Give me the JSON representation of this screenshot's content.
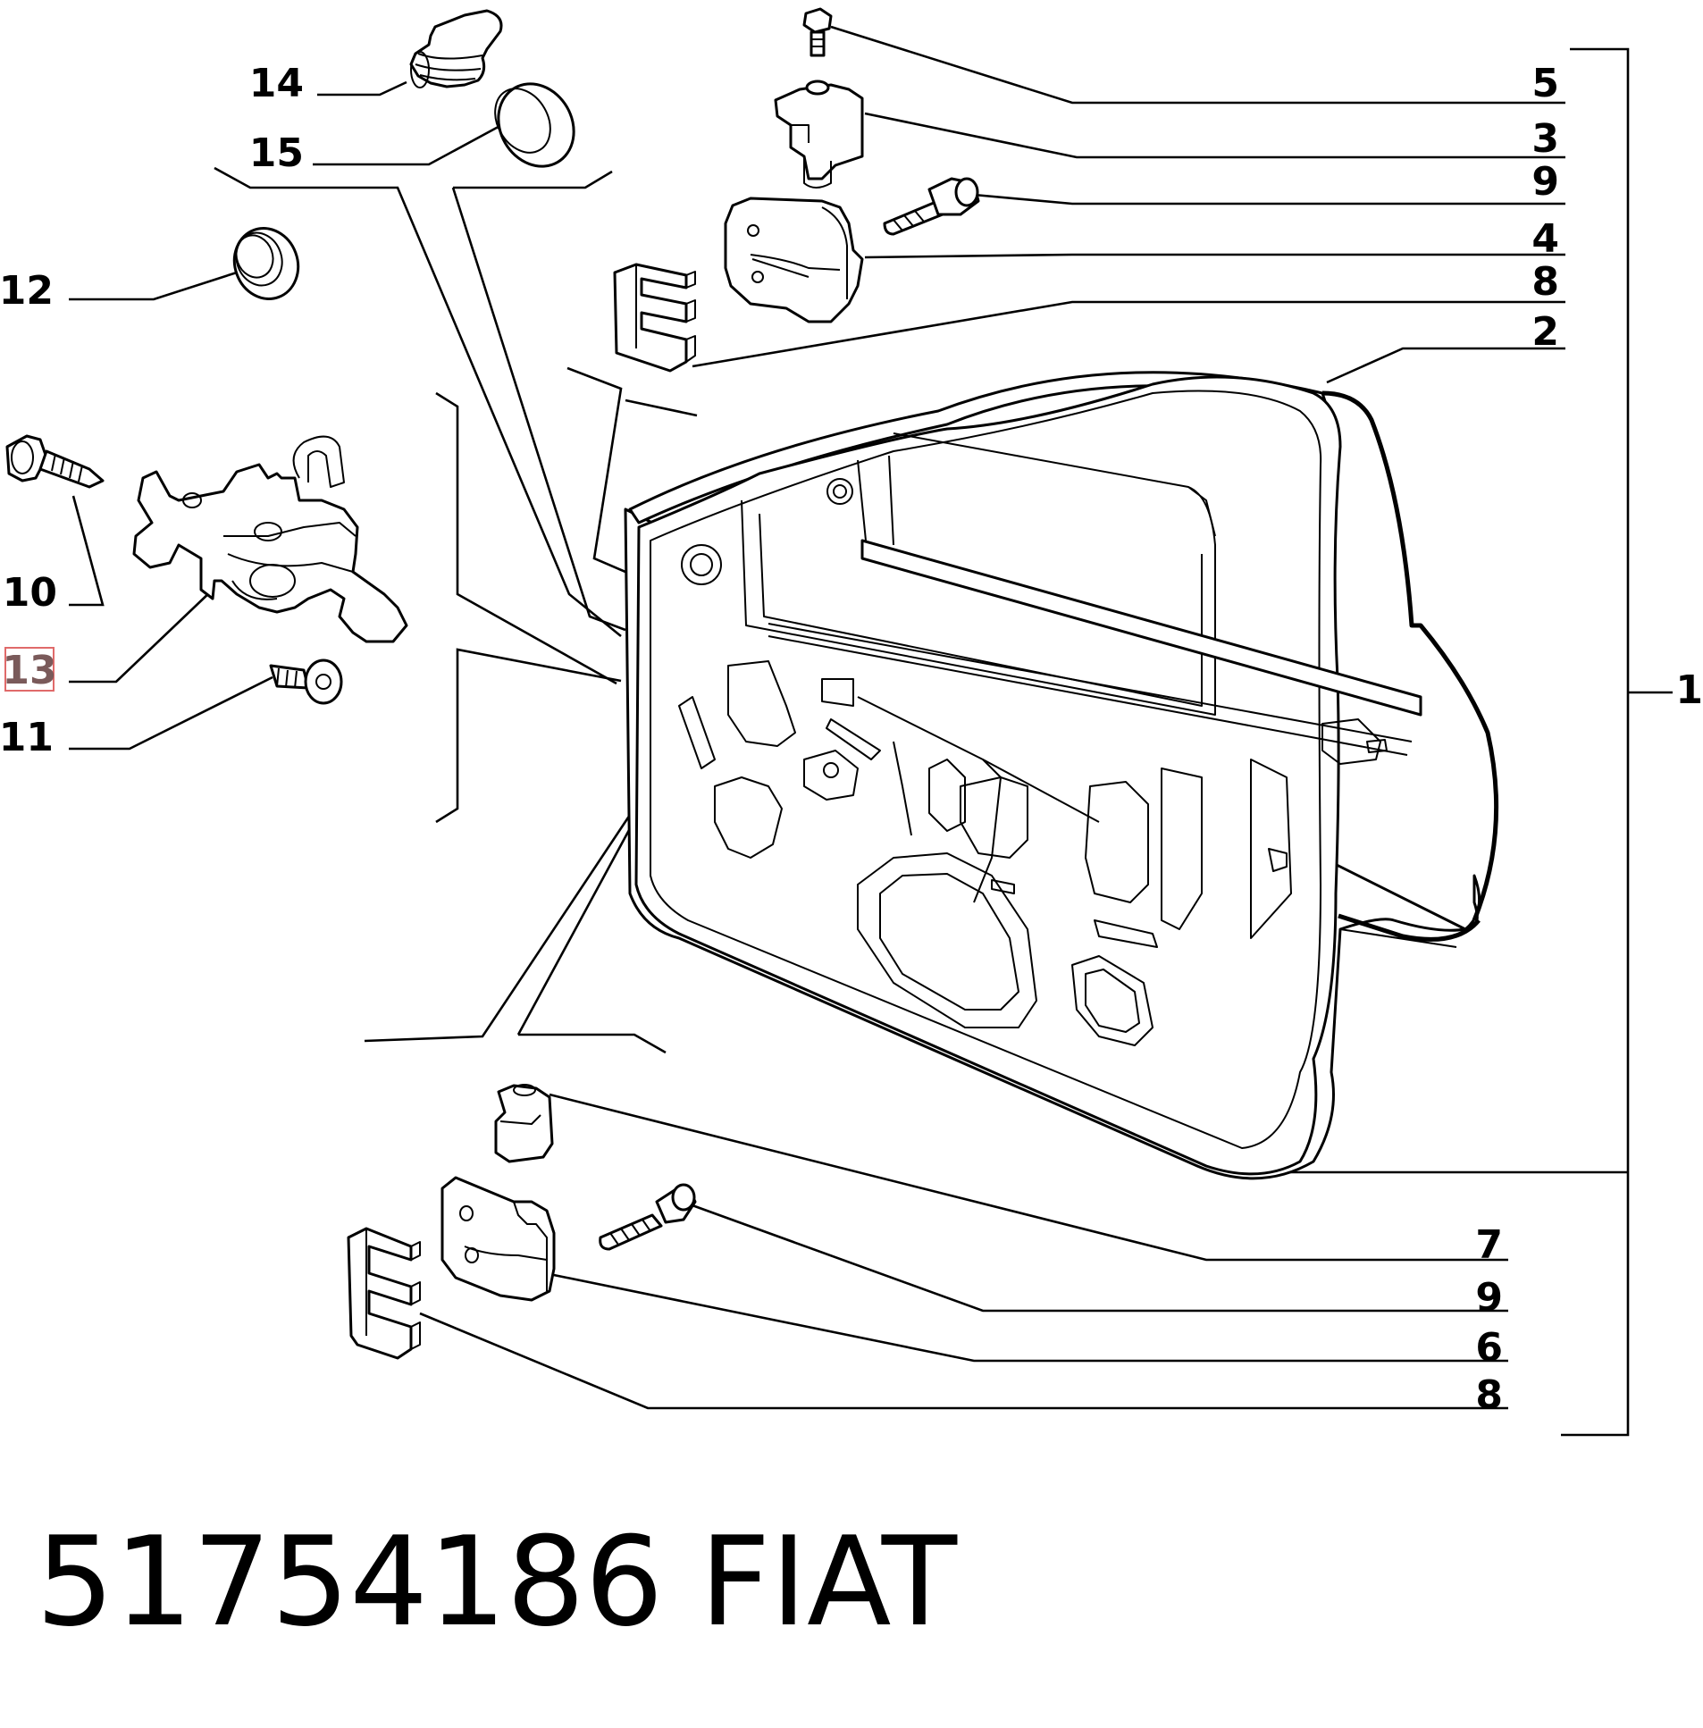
{
  "diagram": {
    "callouts": {
      "c5": "5",
      "c3": "3",
      "c9_top": "9",
      "c4": "4",
      "c8_top": "8",
      "c2": "2",
      "c1": "1",
      "c14": "14",
      "c15": "15",
      "c12": "12",
      "c10": "10",
      "c13": "13",
      "c11": "11",
      "c7": "7",
      "c9_bottom": "9",
      "c6": "6",
      "c8_bottom": "8"
    },
    "highlighted_callout": "13",
    "highlight_color": "#e06a6a",
    "part_number": "51754186",
    "brand": "FIAT"
  }
}
